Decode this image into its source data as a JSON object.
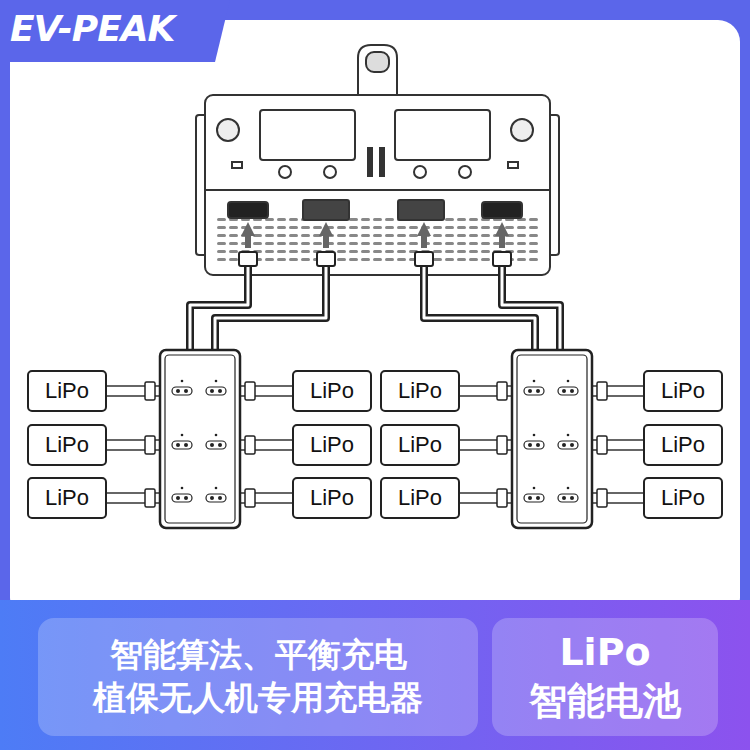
{
  "diagram": {
    "title": "EV-PEAK",
    "nodes": [
      {
        "text": [
          "LiPo"
        ]
      },
      {
        "text": [
          "LiPo"
        ]
      },
      {
        "text": [
          "LiPo"
        ]
      },
      {
        "text": [
          "LiPo"
        ]
      },
      {
        "text": [
          "LiPo"
        ]
      },
      {
        "text": [
          "LiPo"
        ]
      },
      {
        "text": [
          "LiPo"
        ]
      },
      {
        "text": [
          "LiPo"
        ]
      },
      {
        "text": [
          "LiPo"
        ]
      },
      {
        "text": [
          "LiPo"
        ]
      },
      {
        "text": [
          "LiPo"
        ]
      },
      {
        "text": [
          "LiPo"
        ]
      },
      {
        "text": [
          "智能算法、平衡充电",
          "植保无人机专用充电器"
        ]
      },
      {
        "text": [
          "LiPo",
          "智能电池"
        ]
      }
    ]
  }
}
